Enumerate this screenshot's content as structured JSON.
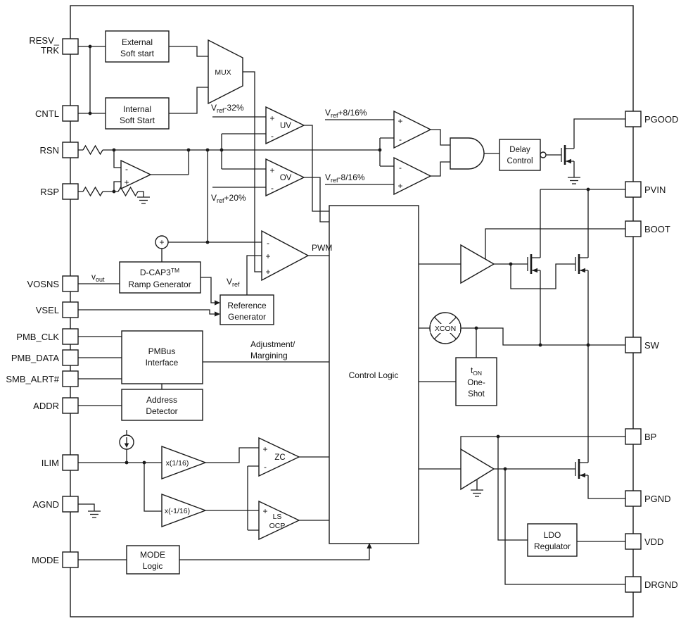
{
  "theme": {
    "background": "#ffffff",
    "line_color": "#1a1a1a",
    "block_fill": "#ffffff",
    "text_color": "#111111"
  },
  "pins": {
    "left": [
      {
        "label1": "RESV_",
        "label2": "TRK"
      },
      {
        "label": "CNTL"
      },
      {
        "label": "RSN"
      },
      {
        "label": "RSP"
      },
      {
        "label": "VOSNS"
      },
      {
        "label": "VSEL"
      },
      {
        "label": "PMB_CLK"
      },
      {
        "label": "PMB_DATA"
      },
      {
        "label": "SMB_ALRT#"
      },
      {
        "label": "ADDR"
      },
      {
        "label": "ILIM"
      },
      {
        "label": "AGND"
      },
      {
        "label": "MODE"
      }
    ],
    "right": [
      {
        "label": "PGOOD"
      },
      {
        "label": "PVIN"
      },
      {
        "label": "BOOT"
      },
      {
        "label": "SW"
      },
      {
        "label": "BP"
      },
      {
        "label": "PGND"
      },
      {
        "label": "VDD"
      },
      {
        "label": "DRGND"
      }
    ]
  },
  "blocks": {
    "external_soft_start": {
      "line1": "External",
      "line2": "Soft start"
    },
    "internal_soft_start": {
      "line1": "Internal",
      "line2": "Soft Start"
    },
    "mux": {
      "label": "MUX"
    },
    "dcap3": {
      "name": "D-CAP3",
      "tm": "TM",
      "line2": "Ramp Generator"
    },
    "reference_generator": {
      "line1": "Reference",
      "line2": "Generator"
    },
    "pmbus_interface": {
      "line1": "PMBus",
      "line2": "Interface"
    },
    "address_detector": {
      "line1": "Address",
      "line2": "Detector"
    },
    "control_logic": {
      "label": "Control Logic"
    },
    "delay_control": {
      "line1": "Delay",
      "line2": "Control"
    },
    "one_shot": {
      "t": "t",
      "t_sub": "ON",
      "line2": "One-",
      "line3": "Shot"
    },
    "xcon": {
      "label": "XCON"
    },
    "ldo_regulator": {
      "line1": "LDO",
      "line2": "Regulator"
    },
    "mode_logic": {
      "line1": "MODE",
      "line2": "Logic"
    }
  },
  "comparators": {
    "uv": "UV",
    "ov": "OV",
    "zc": "ZC",
    "ls_ocp_line1": "LS",
    "ls_ocp_line2": "OCP",
    "gain_pos": "x(1/16)",
    "gain_neg": "x(-1/16)"
  },
  "signals": {
    "pwm": "PWM",
    "v_main": "V",
    "vref_sub": "ref",
    "vout_main": "v",
    "vout_sub": "out",
    "vref_m32_rest": "-32%",
    "vref_p20_rest": "+20%",
    "vref_p816_rest": "+8/16%",
    "vref_m816_rest": "-8/16%",
    "adjustment_line1": "Adjustment/",
    "adjustment_line2": "Margining",
    "plus": "+",
    "minus": "-"
  }
}
